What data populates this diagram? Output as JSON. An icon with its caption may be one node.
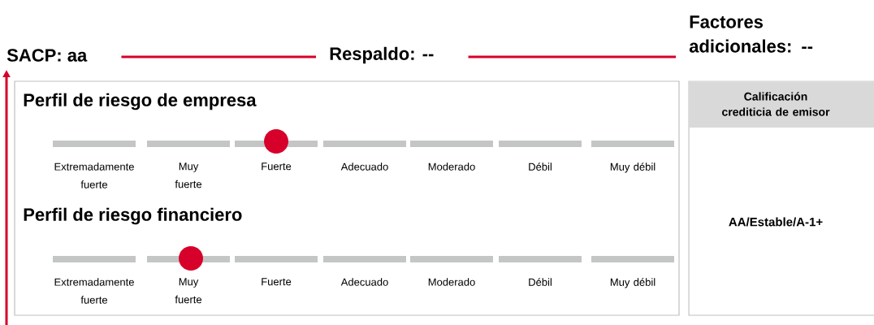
{
  "diagram": {
    "nodes": [
      {
        "text": [
          "SACP:  aa"
        ]
      },
      {
        "text": [
          "Respaldo: --"
        ]
      },
      {
        "text": [
          "Factores adicionales: --"
        ]
      },
      {
        "text": [
          "Perfil de riesgo de empresa",
          "Perfil de riesgo financiero"
        ]
      },
      {
        "text": [
          "Calificación crediticia de emisor",
          "AA/Estable/A-1+"
        ]
      }
    ],
    "edges": [
      {
        "from": 0,
        "to": 1,
        "arrow": "none"
      },
      {
        "from": 1,
        "to": 2,
        "arrow": "none"
      },
      {
        "from": null,
        "to": 0,
        "arrow": "to"
      }
    ],
    "labels": [
      "Extremadamente fuerte",
      "Muy fuerte",
      "Fuerte",
      "Adecuado",
      "Moderado",
      "Débil",
      "Muy débil",
      "Extremadamente fuerte",
      "Muy fuerte",
      "Fuerte",
      "Adecuado",
      "Moderado",
      "Débil",
      "Muy débil"
    ]
  }
}
